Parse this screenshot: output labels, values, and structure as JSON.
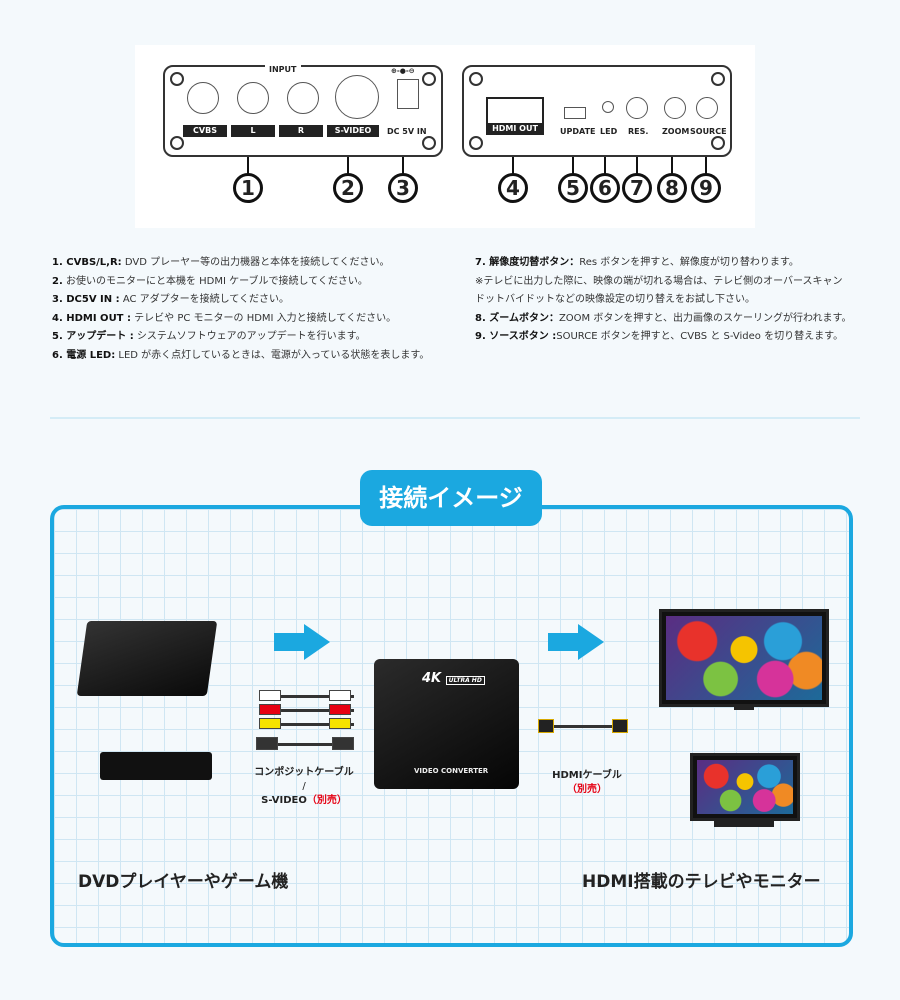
{
  "panel_labels": {
    "input": "INPUT",
    "cvbs": "CVBS",
    "l": "L",
    "r": "R",
    "svideo": "S-VIDEO",
    "dc": "DC 5V IN",
    "polarity": "⊕-●-⊖",
    "hdmi_out": "HDMI OUT",
    "update": "UPDATE",
    "led": "LED",
    "res": "RES.",
    "zoom": "ZOOM",
    "source": "SOURCE"
  },
  "callouts": [
    "1",
    "2",
    "3",
    "4",
    "5",
    "6",
    "7",
    "8",
    "9"
  ],
  "left_list": [
    {
      "head": "1. CVBS/L,R:",
      "text": " DVD プレーヤー等の出力機器と本体を接続してください。"
    },
    {
      "head": "2.",
      "text": " お使いのモニターにと本機を HDMI ケーブルで接続してください。"
    },
    {
      "head": "3. DC5V IN :",
      "text": " AC アダプターを接続してください。"
    },
    {
      "head": "4. HDMI OUT :",
      "text": " テレビや PC モニターの HDMI 入力と接続してください。"
    },
    {
      "head": "5. アップデート :",
      "text": " システムソフトウェアのアップデートを行います。"
    },
    {
      "head": "6. 電源 LED:",
      "text": " LED が赤く点灯しているときは、電源が入っている状態を表します。"
    }
  ],
  "right_list": [
    {
      "head": "7. 解像度切替ボタン：",
      "text": "Res ボタンを押すと、解像度が切り替わります。"
    },
    {
      "head": "",
      "text": "※テレビに出力した際に、映像の端が切れる場合は、テレビ側のオーバースキャン"
    },
    {
      "head": "",
      "text": "ドットバイドットなどの映像設定の切り替えをお試し下さい。"
    },
    {
      "head": "8. ズームボタン：",
      "text": "ZOOM ボタンを押すと、出力画像のスケーリングが行われます。"
    },
    {
      "head": "9. ソースボタン :",
      "text": "SOURCE ボタンを押すと、CVBS と S-Video を切り替えます。"
    }
  ],
  "section_title": "接続イメージ",
  "device": {
    "brand": "4K",
    "badge": "ULTRA HD",
    "name": "VIDEO CONVERTER"
  },
  "cables": {
    "composite": "コンポジットケーブル",
    "slash": "/",
    "svideo": "S-VIDEO",
    "sold_separately": "（別売）",
    "hdmi": "HDMIケーブル"
  },
  "source_caption": "DVDプレイヤーやゲーム機",
  "dest_caption": "HDMI搭載のテレビやモニター",
  "colors": {
    "accent": "#1ba8e0",
    "red": "#e60012"
  }
}
